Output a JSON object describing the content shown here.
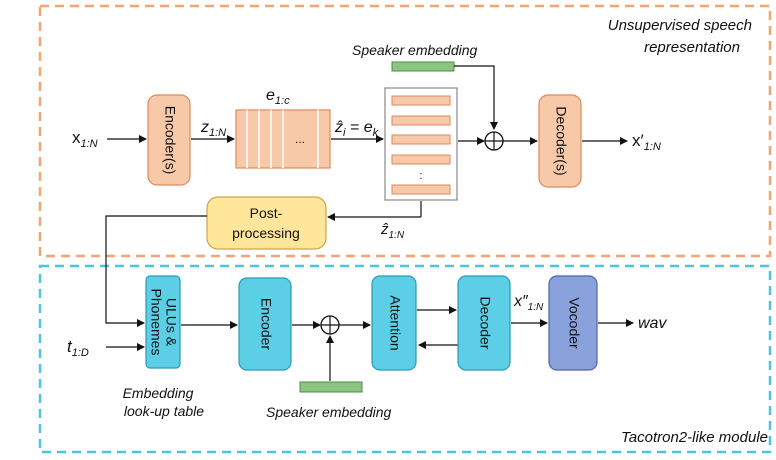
{
  "colors": {
    "top_region_border": "#F4A46E",
    "bottom_region_border": "#4DC4DE",
    "encoder_top_fill": "#F8C9A8",
    "encoder_top_stroke": "#D98B5D",
    "codebook_fill": "#F8C9A8",
    "speaker_bar_fill": "#8CC482",
    "speaker_bar_stroke": "#4E8C45",
    "postproc_fill": "#FFE69A",
    "postproc_stroke": "#C9A64B",
    "tacotron_box_fill": "#5CCFE6",
    "tacotron_box_stroke": "#2A9AB8",
    "vocoder_fill": "#8AA2DC",
    "vocoder_stroke": "#4E65A8"
  },
  "top_region": {
    "title_line1": "Unsupervised speech",
    "title_line2": "representation"
  },
  "bottom_region": {
    "title": "Tacotron2-like module"
  },
  "top_nodes": {
    "encoder": "Encoder(s)",
    "decoder": "Decoder(s)",
    "codebook_dots": "...",
    "table_dots": ":",
    "speaker_embedding": "Speaker embedding"
  },
  "top_labels": {
    "input": "x",
    "input_sub": "1:N",
    "z": "z",
    "z_sub": "1:N",
    "e": "e",
    "e_sub": "1:c",
    "zhat_eq": "ẑ",
    "zhat_sub": "i",
    "eq_rhs": " = e",
    "eq_rhs_sub": "k",
    "output": "x′",
    "output_sub": "1:N"
  },
  "postproc": {
    "line1": "Post-",
    "line2": "processing",
    "output": "ẑ",
    "output_sub": "1:N"
  },
  "bottom_nodes": {
    "ullus": "ULUs &",
    "phonemes": "Phonemes",
    "encoder": "Encoder",
    "attention": "Attention",
    "decoder": "Decoder",
    "vocoder": "Vocoder",
    "embedding_line1": "Embedding",
    "embedding_line2": "look-up table",
    "speaker_embedding": "Speaker embedding"
  },
  "bottom_labels": {
    "t": "t",
    "t_sub": "1:D",
    "xdd": "x″",
    "xdd_sub": "1:N",
    "wav": "wav"
  }
}
